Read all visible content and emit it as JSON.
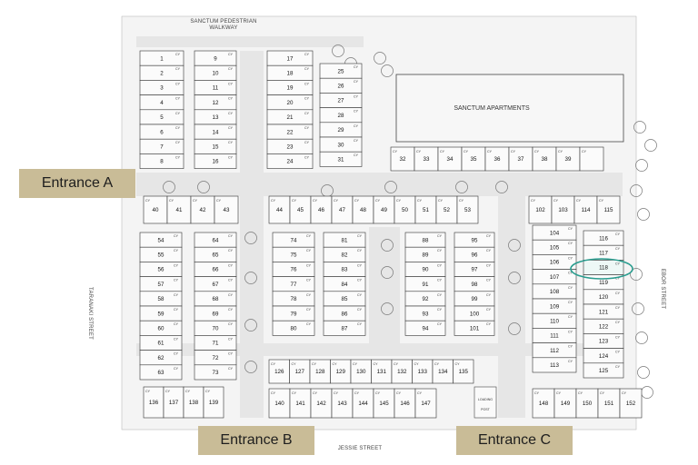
{
  "labels": {
    "pedestrian_walkway_line1": "SANCTUM PEDESTRIAN",
    "pedestrian_walkway_line2": "WALKWAY",
    "apartments": "SANCTUM APARTMENTS",
    "taranaki_street": "TARANAKI STREET",
    "jessie_street": "JESSIE STREET",
    "ebor_street": "EBOR STREET",
    "loading_post_line1": "LOADING",
    "loading_post_line2": "POST",
    "courtyard_tag": "CY"
  },
  "entrances": [
    {
      "id": "a",
      "label": "Entrance A"
    },
    {
      "id": "b",
      "label": "Entrance B"
    },
    {
      "id": "c",
      "label": "Entrance C"
    }
  ],
  "highlighted_lot": "118",
  "colors": {
    "entrance_bg": "#c9bc97",
    "highlight": "#2a9d8f",
    "line": "#333333",
    "road": "#e4e4e4"
  }
}
